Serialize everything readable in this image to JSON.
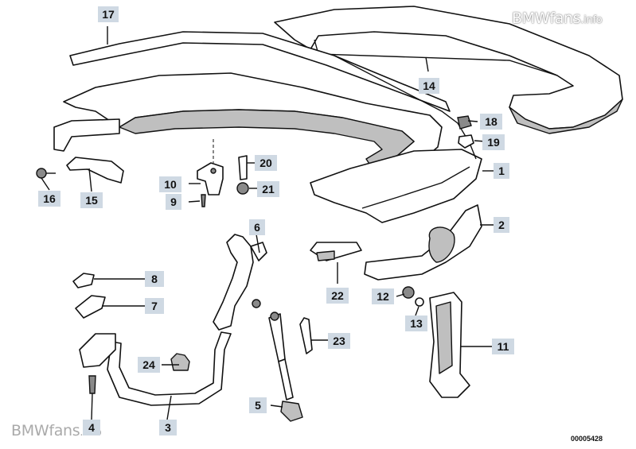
{
  "watermarks": {
    "top_brand": "BMWfans",
    "top_suffix": ".info",
    "bottom_brand": "BMWfans",
    "bottom_suffix": ".info"
  },
  "diagram_number": "00005428",
  "callouts": {
    "c1": "1",
    "c2": "2",
    "c3": "3",
    "c4": "4",
    "c5": "5",
    "c6": "6",
    "c7": "7",
    "c8": "8",
    "c9": "9",
    "c10": "10",
    "c11": "11",
    "c12": "12",
    "c13": "13",
    "c14": "14",
    "c15": "15",
    "c16": "16",
    "c17": "17",
    "c18": "18",
    "c19": "19",
    "c20": "20",
    "c21": "21",
    "c22": "22",
    "c23": "23",
    "c24": "24"
  }
}
